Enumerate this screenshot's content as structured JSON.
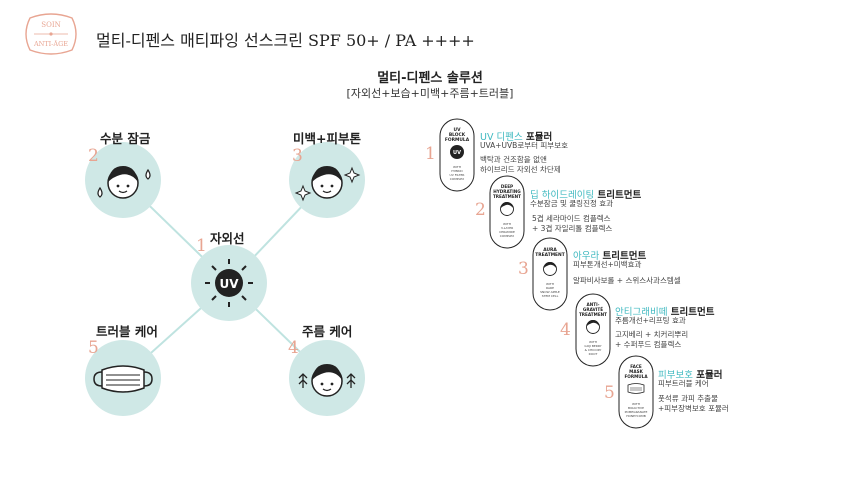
{
  "header": {
    "logo_top": "SOIN",
    "logo_bottom": "ANTI-ÂGE",
    "title": "멀티-디펜스 매티파잉 선스크린 SPF 50+ / PA ++++"
  },
  "solution": {
    "title": "멀티-디펜스 솔루션",
    "subtitle": "[자외선+보습+미백+주름+트러블]"
  },
  "center": {
    "label": "자외선",
    "number": "1",
    "icon_text": "UV"
  },
  "nodes": [
    {
      "number": "2",
      "label": "수분 잠금"
    },
    {
      "number": "3",
      "label": "미백+피부톤"
    },
    {
      "number": "5",
      "label": "트러블 케어"
    },
    {
      "number": "4",
      "label": "주름 케어"
    }
  ],
  "steps": [
    {
      "number": "1",
      "capsule": [
        "UV",
        "BLOCK",
        "FORMULA"
      ],
      "capsule_small": [
        "WITH",
        "HYBRID",
        "UV FILTER",
        "COMPLEX"
      ],
      "title_hl": "UV 디펜스",
      "title_rest": " 포뮬러",
      "desc1": [
        "UVA+UVB로부터 피부보호"
      ],
      "desc2": [
        "백탁과 건조함을 없앤",
        "하이브리드 자외선 차단제"
      ]
    },
    {
      "number": "2",
      "capsule": [
        "DEEP",
        "HYDRATING",
        "TREATMENT"
      ],
      "capsule_small": [
        "WITH",
        "3-LAYER",
        "CERAMIDE",
        "COMPLEX"
      ],
      "title_hl": "딥 하이드레이팅",
      "title_rest": " 트리트먼트",
      "desc1": [
        "수분잠금 및 쿨링진정 효과"
      ],
      "desc2": [
        "5겹 세라마이드 컴플렉스",
        "+ 3겹 자일리톨 컴플렉스"
      ]
    },
    {
      "number": "3",
      "capsule": [
        "AURA",
        "TREATMENT"
      ],
      "capsule_small": [
        "WITH",
        "RARE",
        "SNOW APPLE",
        "STEM CELL"
      ],
      "title_hl": "아우라",
      "title_rest": " 트리트먼트",
      "desc1": [
        "피부톤개선+미백효과"
      ],
      "desc2": [
        "알파비사보롤 + 스위스사과스템셀"
      ]
    },
    {
      "number": "4",
      "capsule": [
        "ANTI-",
        "GRAVITÉ",
        "TREATMENT"
      ],
      "capsule_small": [
        "WITH",
        "GOJI BERRY",
        "& CHICORY",
        "ROOT"
      ],
      "title_hl": "안티그래비떼",
      "title_rest": " 트리트먼트",
      "desc1": [
        "주름개선+리프팅 효과"
      ],
      "desc2": [
        "고지베리 + 치커리뿌리",
        "+ 수퍼푸드 컴플렉스"
      ]
    },
    {
      "number": "5",
      "capsule": [
        "FACE",
        "MASK",
        "FORMULA"
      ],
      "capsule_small": [
        "WITH",
        "BIOACTIVE",
        "POMEGRANATE",
        "HONEYCOMB"
      ],
      "title_hl": "피부보호",
      "title_rest": " 포뮬러",
      "desc1": [
        "피부트러블 케어"
      ],
      "desc2": [
        "풋석류 과피 추출물",
        "+피부장벽보호 포뮬러"
      ]
    }
  ],
  "colors": {
    "teal_circle": "#cfe8e6",
    "teal_line": "#bfe3e0",
    "accent_teal": "#3fb9c0",
    "number_pink": "#e8a592"
  }
}
